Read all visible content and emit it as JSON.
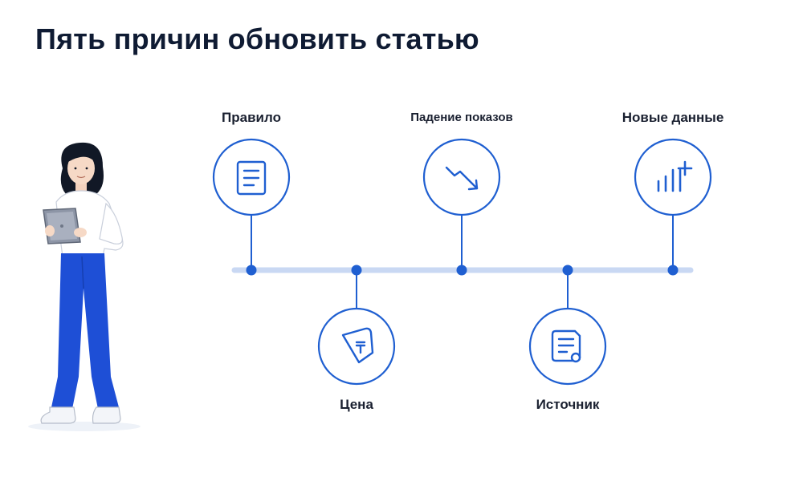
{
  "title": "Пять причин обновить статью",
  "colors": {
    "accent": "#1f5fd1",
    "track": "#c9d8f3",
    "title": "#0f1b33",
    "pants": "#1e4fd6"
  },
  "steps": [
    {
      "label": "Правило",
      "icon": "document-icon"
    },
    {
      "label": "Цена",
      "icon": "price-tag-icon"
    },
    {
      "label": "Падение показов",
      "icon": "trend-down-icon"
    },
    {
      "label": "Источник",
      "icon": "source-document-icon"
    },
    {
      "label": "Новые данные",
      "icon": "bar-chart-plus-icon"
    }
  ]
}
